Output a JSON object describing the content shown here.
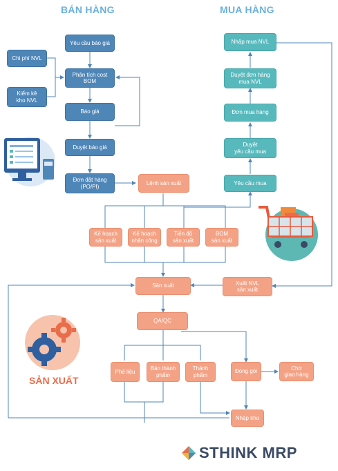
{
  "headers": {
    "sales": "BÁN HÀNG",
    "purchasing": "MUA HÀNG"
  },
  "sales": {
    "request_quote": "Yêu cầu báo giá",
    "cost_analysis": "Phân tích cost\nBOM",
    "quote": "Báo giá",
    "approve_quote": "Duyệt báo giá",
    "order": "Đơn đặt hàng\n(PO/PI)",
    "material_cost": "Chi phí NVL",
    "inventory_check": "Kiểm kê\nkho NVL"
  },
  "purchasing": {
    "material_import": "Nhập mua NVL",
    "approve_po": "Duyệt đơn hàng\nmua NVL",
    "purchase_order": "Đơn mua hàng",
    "approve_request": "Duyệt\nyêu cầu mua",
    "purchase_request": "Yêu cầu mua"
  },
  "production": {
    "production_order": "Lệnh sản xuất",
    "production_plan": "Kế hoạch\nsản xuất",
    "labor_plan": "Kế hoạch\nnhân công",
    "progress": "Tiến độ\nsản xuất",
    "bom": "BOM\nsản xuất",
    "manufacturing": "Sản xuất",
    "material_issue": "Xuất NVL\nsản xuất",
    "qaqc": "QA/QC",
    "scrap": "Phế liệu",
    "semi_finished": "Bán thành\nphẩm",
    "finished": "Thành\nphẩm",
    "packing": "Đóng gói",
    "awaiting_delivery": "Chờ\ngiao hàng",
    "warehouse_in": "Nhập kho"
  },
  "illustration_label": "SẢN XUẤT",
  "brand": "STHINK MRP",
  "colors": {
    "blue": "#4f86b8",
    "teal": "#58b9bd",
    "orange": "#f4a285",
    "title": "#6ab0de",
    "line": "#4f86b8",
    "brand": "#3a4a64"
  },
  "icons": [
    "monitor-checklist-icon",
    "shopping-cart-icon",
    "gears-icon",
    "sthink-logo-icon"
  ]
}
